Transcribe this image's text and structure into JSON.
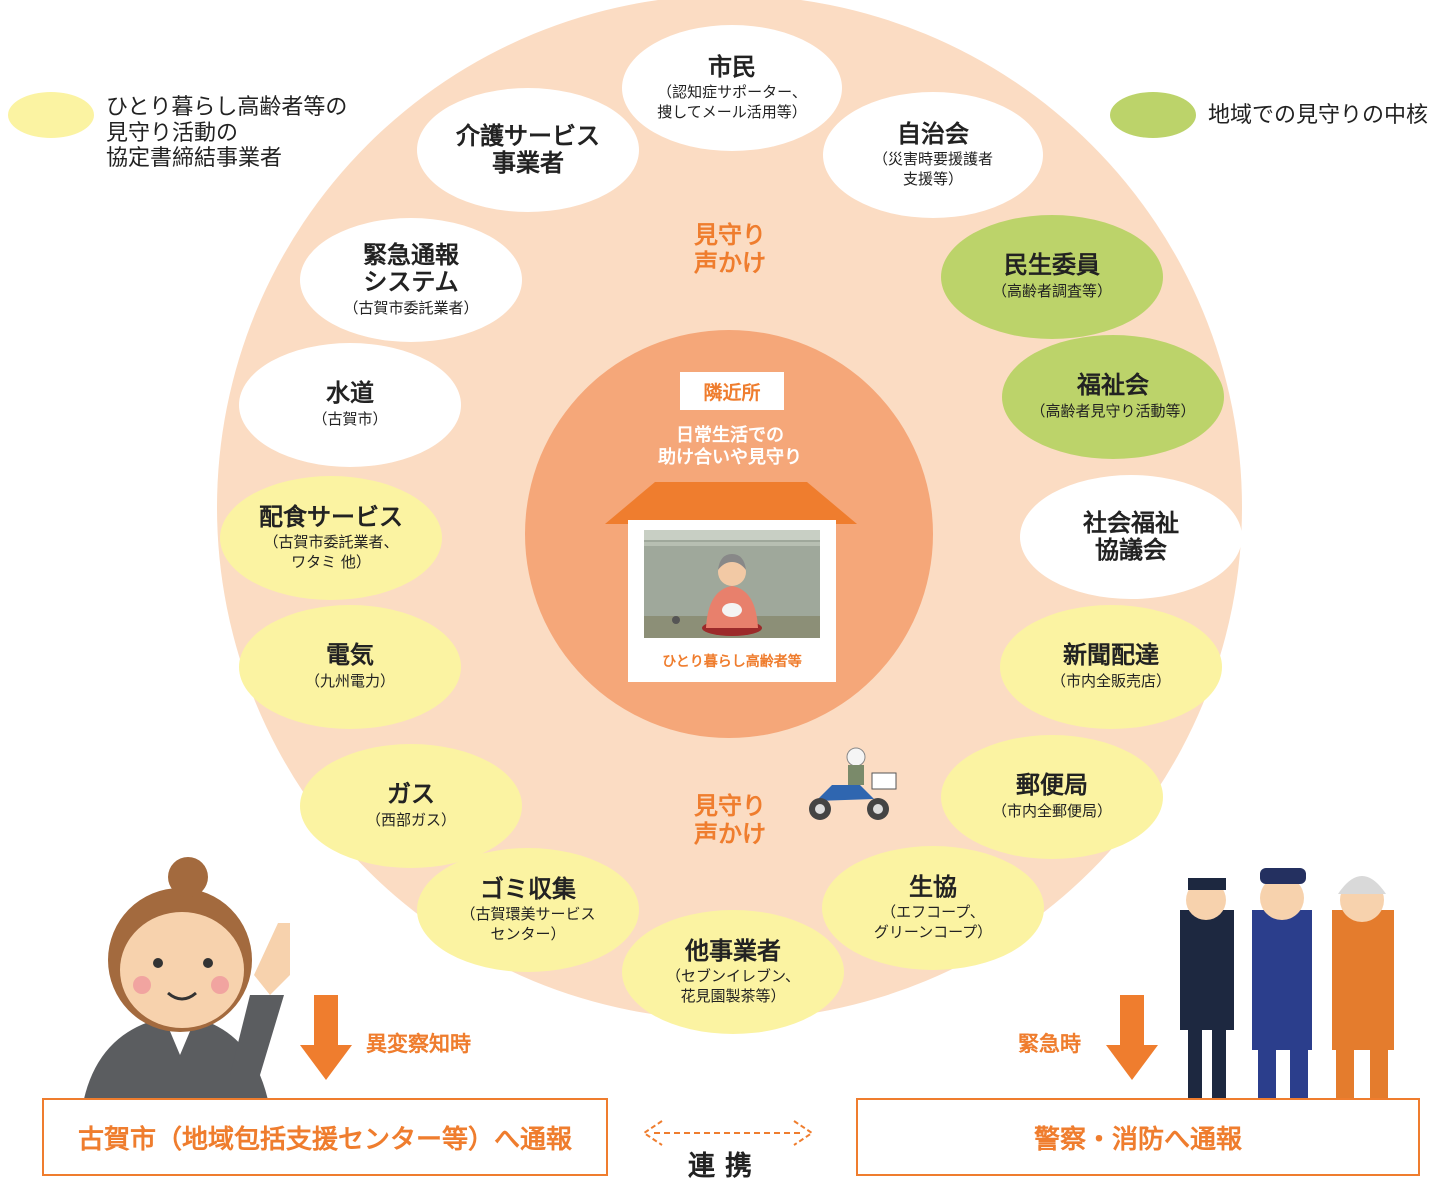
{
  "legend": {
    "yellow_text": "ひとり暮らし高齢者等の\n見守り活動の\n協定書締結事業者",
    "green_text": "地域での見守りの中核",
    "colors": {
      "yellow": "#fbf3a2",
      "green": "#bcd36a",
      "white": "#ffffff"
    }
  },
  "center": {
    "tag": "隣近所",
    "text": "日常生活での\n助け合いや見守り",
    "house_caption": "ひとり暮らし高齢者等"
  },
  "watch_labels": {
    "top": "見守り\n声かけ",
    "bottom": "見守り\n声かけ"
  },
  "nodes": [
    {
      "title": "市民",
      "sub": "（認知症サポーター、\n捜してメール活用等）",
      "kind": "white"
    },
    {
      "title": "自治会",
      "sub": "（災害時要援護者\n支援等）",
      "kind": "white"
    },
    {
      "title": "民生委員",
      "sub": "（高齢者調査等）",
      "kind": "green"
    },
    {
      "title": "福祉会",
      "sub": "（高齢者見守り活動等）",
      "kind": "green"
    },
    {
      "title": "社会福祉\n協議会",
      "sub": "",
      "kind": "white"
    },
    {
      "title": "新聞配達",
      "sub": "（市内全販売店）",
      "kind": "yellow"
    },
    {
      "title": "郵便局",
      "sub": "（市内全郵便局）",
      "kind": "yellow"
    },
    {
      "title": "生協",
      "sub": "（エフコープ、\nグリーンコープ）",
      "kind": "yellow"
    },
    {
      "title": "他事業者",
      "sub": "（セブンイレブン、\n花見園製茶等）",
      "kind": "yellow"
    },
    {
      "title": "ゴミ収集",
      "sub": "（古賀環美サービス\nセンター）",
      "kind": "yellow"
    },
    {
      "title": "ガス",
      "sub": "（西部ガス）",
      "kind": "yellow"
    },
    {
      "title": "電気",
      "sub": "（九州電力）",
      "kind": "yellow"
    },
    {
      "title": "配食サービス",
      "sub": "（古賀市委託業者、\nワタミ 他）",
      "kind": "yellow"
    },
    {
      "title": "水道",
      "sub": "（古賀市）",
      "kind": "white"
    },
    {
      "title": "緊急通報\nシステム",
      "sub": "（古賀市委託業者）",
      "kind": "white"
    },
    {
      "title": "介護サービス\n事業者",
      "sub": "",
      "kind": "white"
    }
  ],
  "bottom": {
    "left_arrow_label": "異変察知時",
    "right_arrow_label": "緊急時",
    "left_box": "古賀市（地域包括支援センター等）へ通報",
    "right_box": "警察・消防へ通報",
    "link_label": "連携"
  }
}
